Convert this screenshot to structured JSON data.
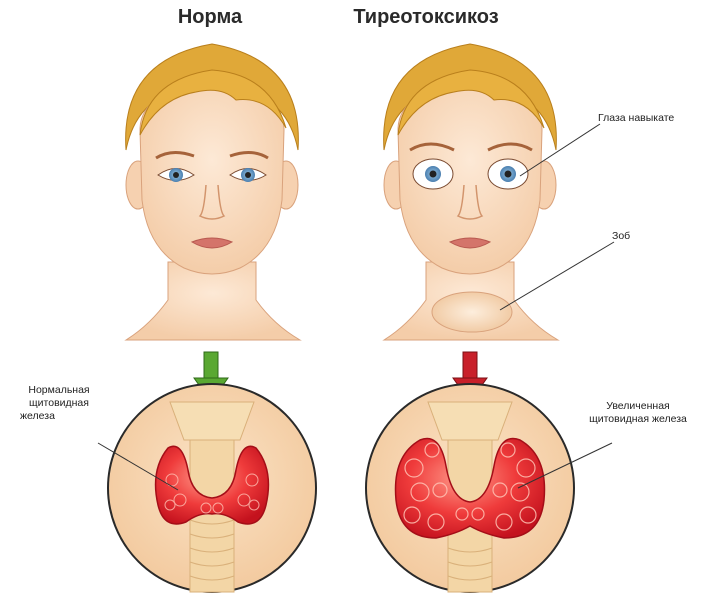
{
  "titles": {
    "normal": "Норма",
    "thyrotoxicosis": "Тиреотоксикоз"
  },
  "labels": {
    "bulging_eyes": "Глаза навыкате",
    "goiter": "Зоб",
    "normal_gland_line1": "Нормальная",
    "normal_gland_line2": "щитовидная",
    "normal_gland_line3": "железа",
    "enlarged_gland_line1": "Увеличенная",
    "enlarged_gland_line2": "щитовидная железа"
  },
  "colors": {
    "skin": "#fbe0c8",
    "hair": "#e0a838",
    "arrow_normal": "#5aa832",
    "arrow_disease": "#c8202a",
    "circle_bg": "#f7d5b0",
    "gland": "#e8232c",
    "trachea": "#f3d6a6"
  }
}
